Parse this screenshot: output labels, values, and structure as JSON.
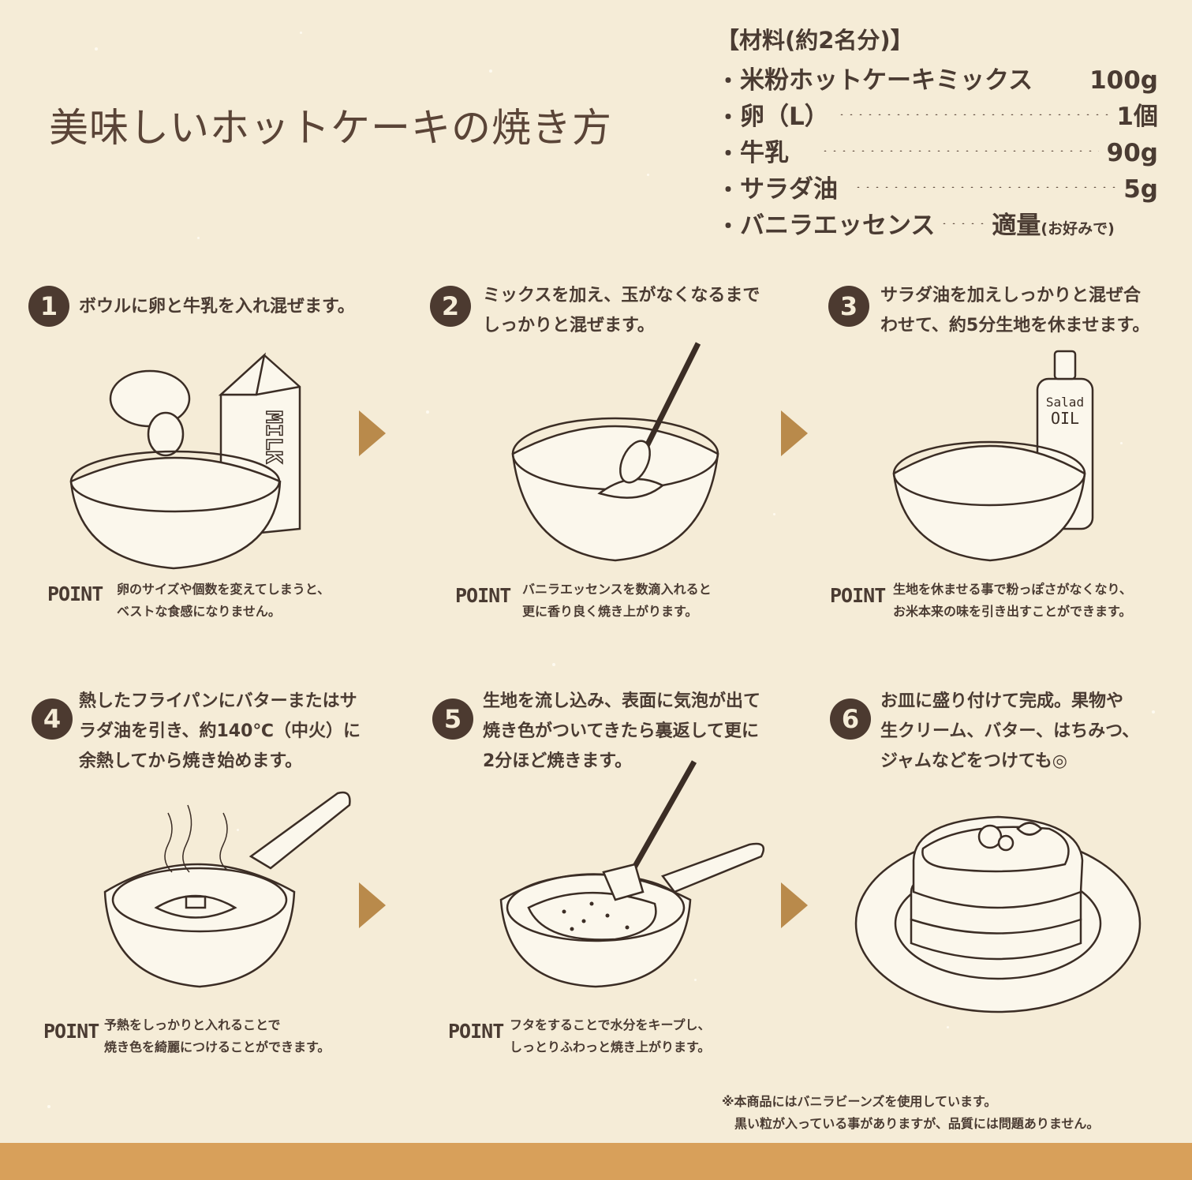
{
  "title": "美味しいホットケーキの焼き方",
  "ingredients": {
    "heading": "【材料(約2名分)】",
    "bullet": "・",
    "items": [
      {
        "name": "米粉ホットケーキミックス",
        "amount": "100g",
        "note": ""
      },
      {
        "name": "卵（L）",
        "amount": "1個",
        "note": ""
      },
      {
        "name": "牛乳",
        "amount": "90g",
        "note": ""
      },
      {
        "name": "サラダ油",
        "amount": "5g",
        "note": ""
      },
      {
        "name": "バニラエッセンス",
        "amount": "適量",
        "note": "(お好みで)"
      }
    ]
  },
  "steps": [
    {
      "number": "1",
      "text": "ボウルに卵と牛乳を入れ混ぜます。",
      "point_label": "POINT",
      "point": "卵のサイズや個数を変えてしまうと、\nベストな食感になりません。"
    },
    {
      "number": "2",
      "text": "ミックスを加え、玉がなくなるまで\nしっかりと混ぜます。",
      "point_label": "POINT",
      "point": "バニラエッセンスを数滴入れると\n更に香り良く焼き上がります。"
    },
    {
      "number": "3",
      "text": "サラダ油を加えしっかりと混ぜ合\nわせて、約5分生地を休ませます。",
      "point_label": "POINT",
      "point": "生地を休ませる事で粉っぽさがなくなり、\nお米本来の味を引き出すことができます。"
    },
    {
      "number": "4",
      "text": "熱したフライパンにバターまたはサ\nラダ油を引き、約140℃（中火）に\n余熱してから焼き始めます。",
      "point_label": "POINT",
      "point": "予熱をしっかりと入れることで\n焼き色を綺麗につけることができます。"
    },
    {
      "number": "5",
      "text": "生地を流し込み、表面に気泡が出て\n焼き色がついてきたら裏返して更に\n2分ほど焼きます。",
      "point_label": "POINT",
      "point": "フタをすることで水分をキープし、\nしっとりふわっと焼き上がります。"
    },
    {
      "number": "6",
      "text": "お皿に盛り付けて完成。果物や\n生クリーム、バター、はちみつ、\nジャムなどをつけても◎",
      "point_label": "",
      "point": ""
    }
  ],
  "illustrations": {
    "milk_label": "MILK",
    "oil_label_top": "Salad",
    "oil_label_bottom": "OIL"
  },
  "footnote": "※本商品にはバニラビーンズを使用しています。\n　黒い粒が入っている事がありますが、品質には問題ありません。",
  "colors": {
    "background": "#f5ecd7",
    "text": "#4a3b32",
    "badge": "#4c3a30",
    "arrow": "#b98a4b",
    "bottom_bar": "#d8a05a"
  }
}
